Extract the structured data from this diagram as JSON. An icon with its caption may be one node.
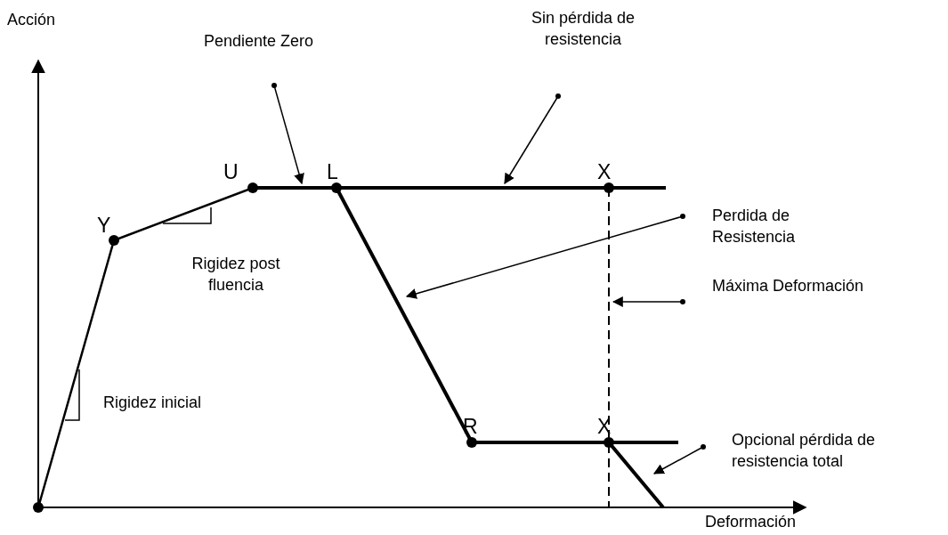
{
  "diagram": {
    "nodes": [
      {
        "text": [
          "Pendiente Zero"
        ]
      },
      {
        "text": [
          "Sin pérdida de resistencia"
        ]
      },
      {
        "text": [
          "Perdida de Resistencia"
        ]
      },
      {
        "text": [
          "Máxima Deformación"
        ]
      },
      {
        "text": [
          "Opcional pérdida de resistencia total"
        ]
      }
    ],
    "edges": [
      {
        "from": 0,
        "to": null,
        "arrow": "to"
      },
      {
        "from": 1,
        "to": null,
        "arrow": "to"
      },
      {
        "from": 2,
        "to": null,
        "arrow": "to"
      },
      {
        "from": 3,
        "to": null,
        "arrow": "to"
      },
      {
        "from": 4,
        "to": null,
        "arrow": "to"
      }
    ],
    "labels": [
      "Acción",
      "U",
      "L",
      "X",
      "Y",
      "Rigidez post fluencia",
      "R",
      "X",
      "Rigidez inicial",
      "Deformación"
    ]
  }
}
